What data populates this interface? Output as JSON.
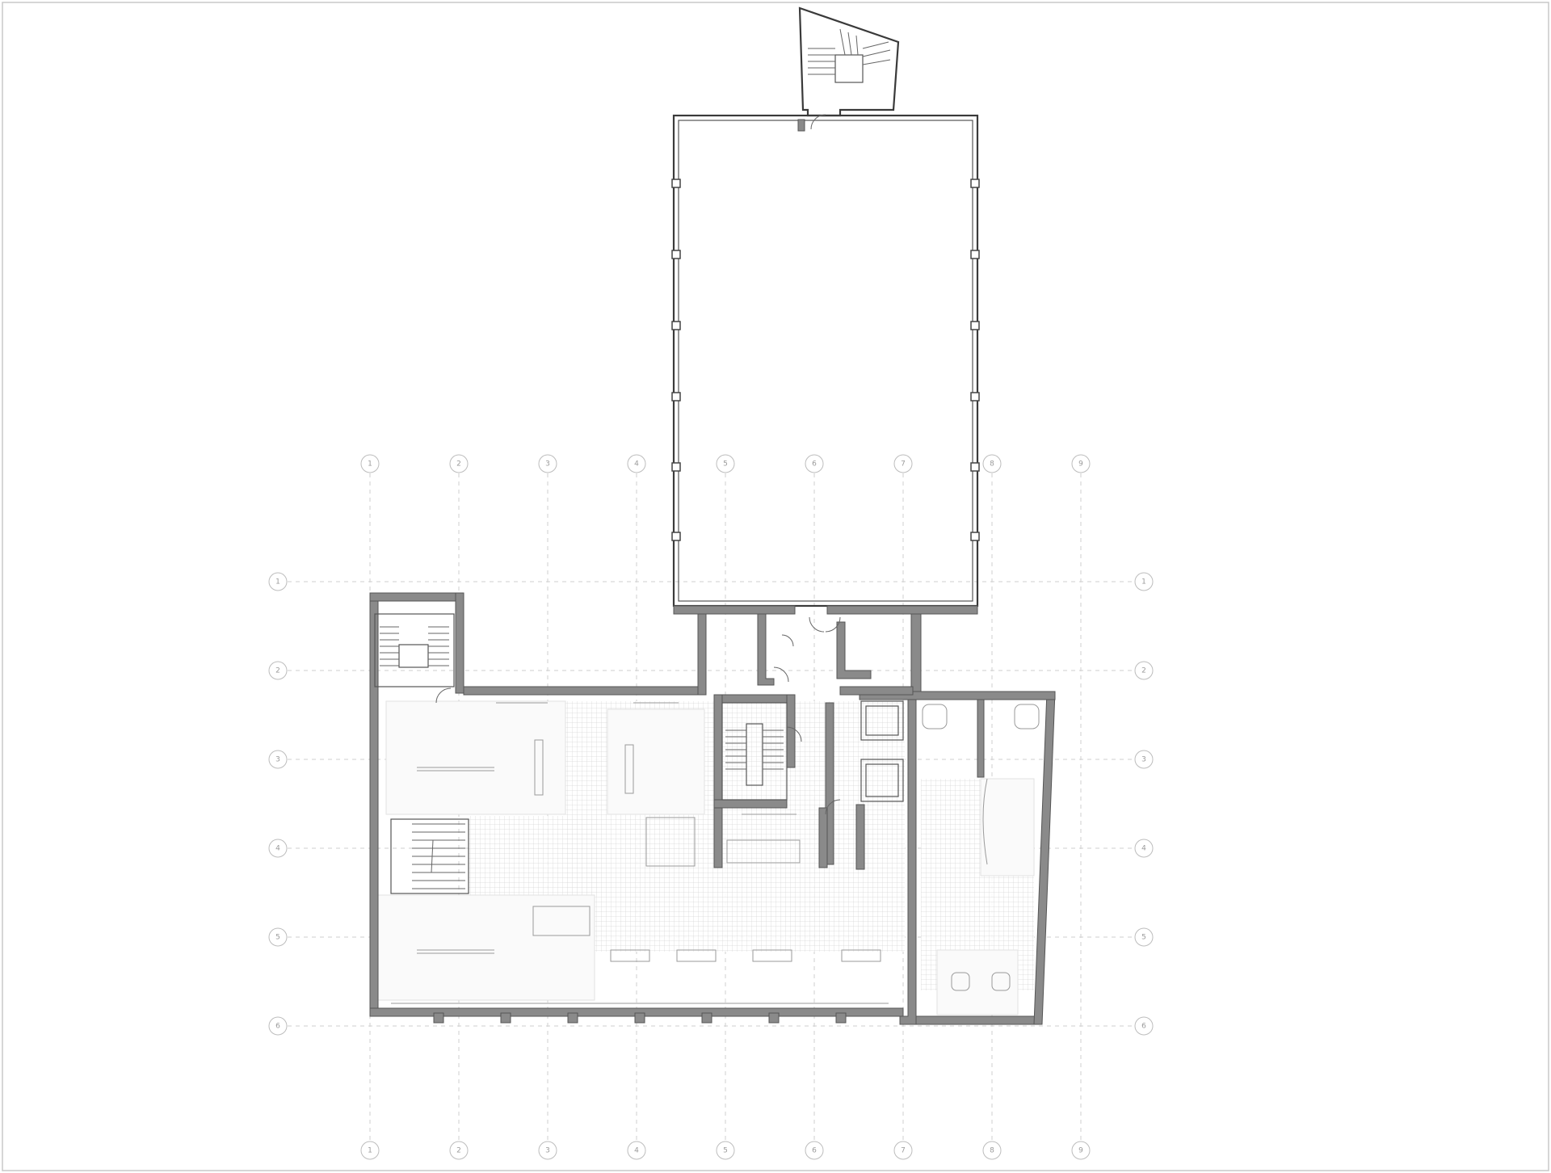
{
  "grid_columns": [
    "1",
    "2",
    "3",
    "4",
    "5",
    "6",
    "7",
    "8",
    "9"
  ],
  "grid_rows": [
    "1",
    "2",
    "3",
    "4",
    "5",
    "6"
  ],
  "colors": {
    "wall": "#8a8a8a",
    "line": "#3a3a3a",
    "grid": "#cfcfcf",
    "tile": "#d9d9d9"
  }
}
